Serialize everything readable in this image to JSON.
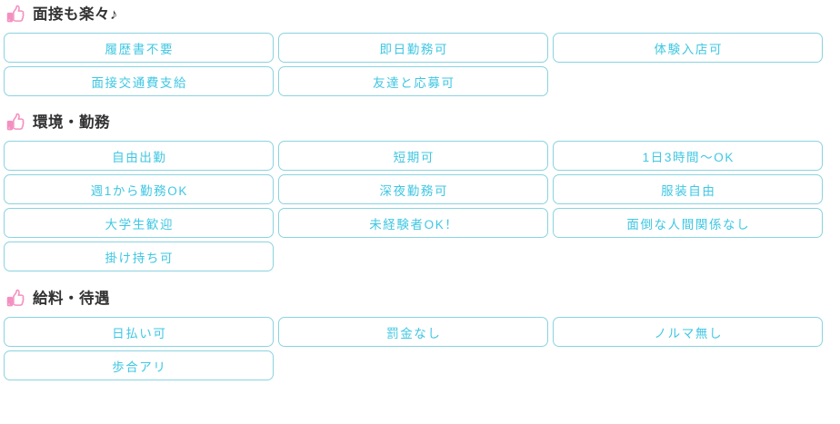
{
  "page": {
    "background_color": "#ffffff",
    "tag_text_color": "#3fc7e3",
    "tag_border_color": "#8ad3e0",
    "heading_text_color": "#333333",
    "icon_color": "#f490c0"
  },
  "sections": [
    {
      "icon": "thumbs-up-icon",
      "title": "面接も楽々♪",
      "tags": [
        "履歴書不要",
        "即日勤務可",
        "体験入店可",
        "面接交通費支給",
        "友達と応募可"
      ]
    },
    {
      "icon": "thumbs-up-icon",
      "title": "環境・勤務",
      "tags": [
        "自由出勤",
        "短期可",
        "1日3時間〜OK",
        "週1から勤務OK",
        "深夜勤務可",
        "服装自由",
        "大学生歓迎",
        "未経験者OK！",
        "面倒な人間関係なし",
        "掛け持ち可"
      ]
    },
    {
      "icon": "thumbs-up-icon",
      "title": "給料・待遇",
      "tags": [
        "日払い可",
        "罰金なし",
        "ノルマ無し",
        "歩合アリ"
      ]
    }
  ]
}
